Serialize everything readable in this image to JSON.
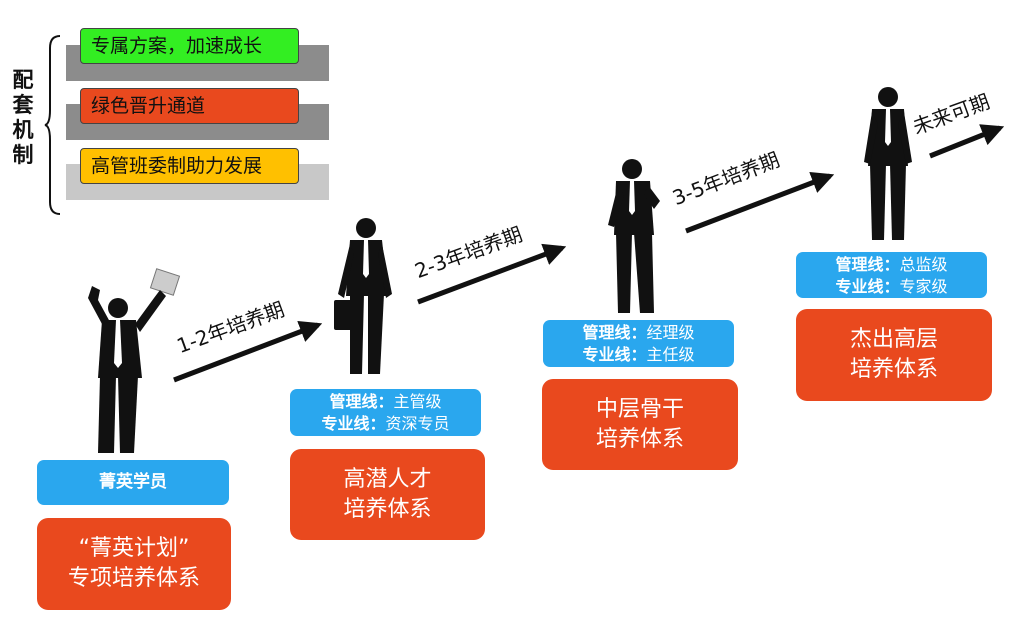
{
  "mechanism": {
    "label_chars": [
      "配",
      "套",
      "机",
      "制"
    ],
    "items": [
      {
        "text": "专属方案，加速成长",
        "color": "#33ee22"
      },
      {
        "text": "绿色晋升通道",
        "color": "#e9491e"
      },
      {
        "text": "高管班委制助力发展",
        "color": "#ffc000"
      }
    ]
  },
  "stages": [
    {
      "tag_lines": [
        {
          "key": "菁英学员",
          "value": ""
        }
      ],
      "system_lines": [
        "“菁英计划”",
        "专项培养体系"
      ]
    },
    {
      "tag_lines": [
        {
          "key": "管理线：",
          "value": "主管级"
        },
        {
          "key": "专业线：",
          "value": "资深专员"
        }
      ],
      "system_lines": [
        "高潜人才",
        "培养体系"
      ]
    },
    {
      "tag_lines": [
        {
          "key": "管理线：",
          "value": "经理级"
        },
        {
          "key": "专业线：",
          "value": "主任级"
        }
      ],
      "system_lines": [
        "中层骨干",
        "培养体系"
      ]
    },
    {
      "tag_lines": [
        {
          "key": "管理线：",
          "value": "总监级"
        },
        {
          "key": "专业线：",
          "value": "专家级"
        }
      ],
      "system_lines": [
        "杰出高层",
        "培养体系"
      ]
    }
  ],
  "periods": [
    "1-2年培养期",
    "2-3年培养期",
    "3-5年培养期",
    "未来可期"
  ],
  "colors": {
    "tag_blue": "#2aa7ee",
    "system_red": "#e9491e",
    "bar_gray_dark": "#8c8c8c",
    "bar_gray_light": "#c8c8c8"
  }
}
